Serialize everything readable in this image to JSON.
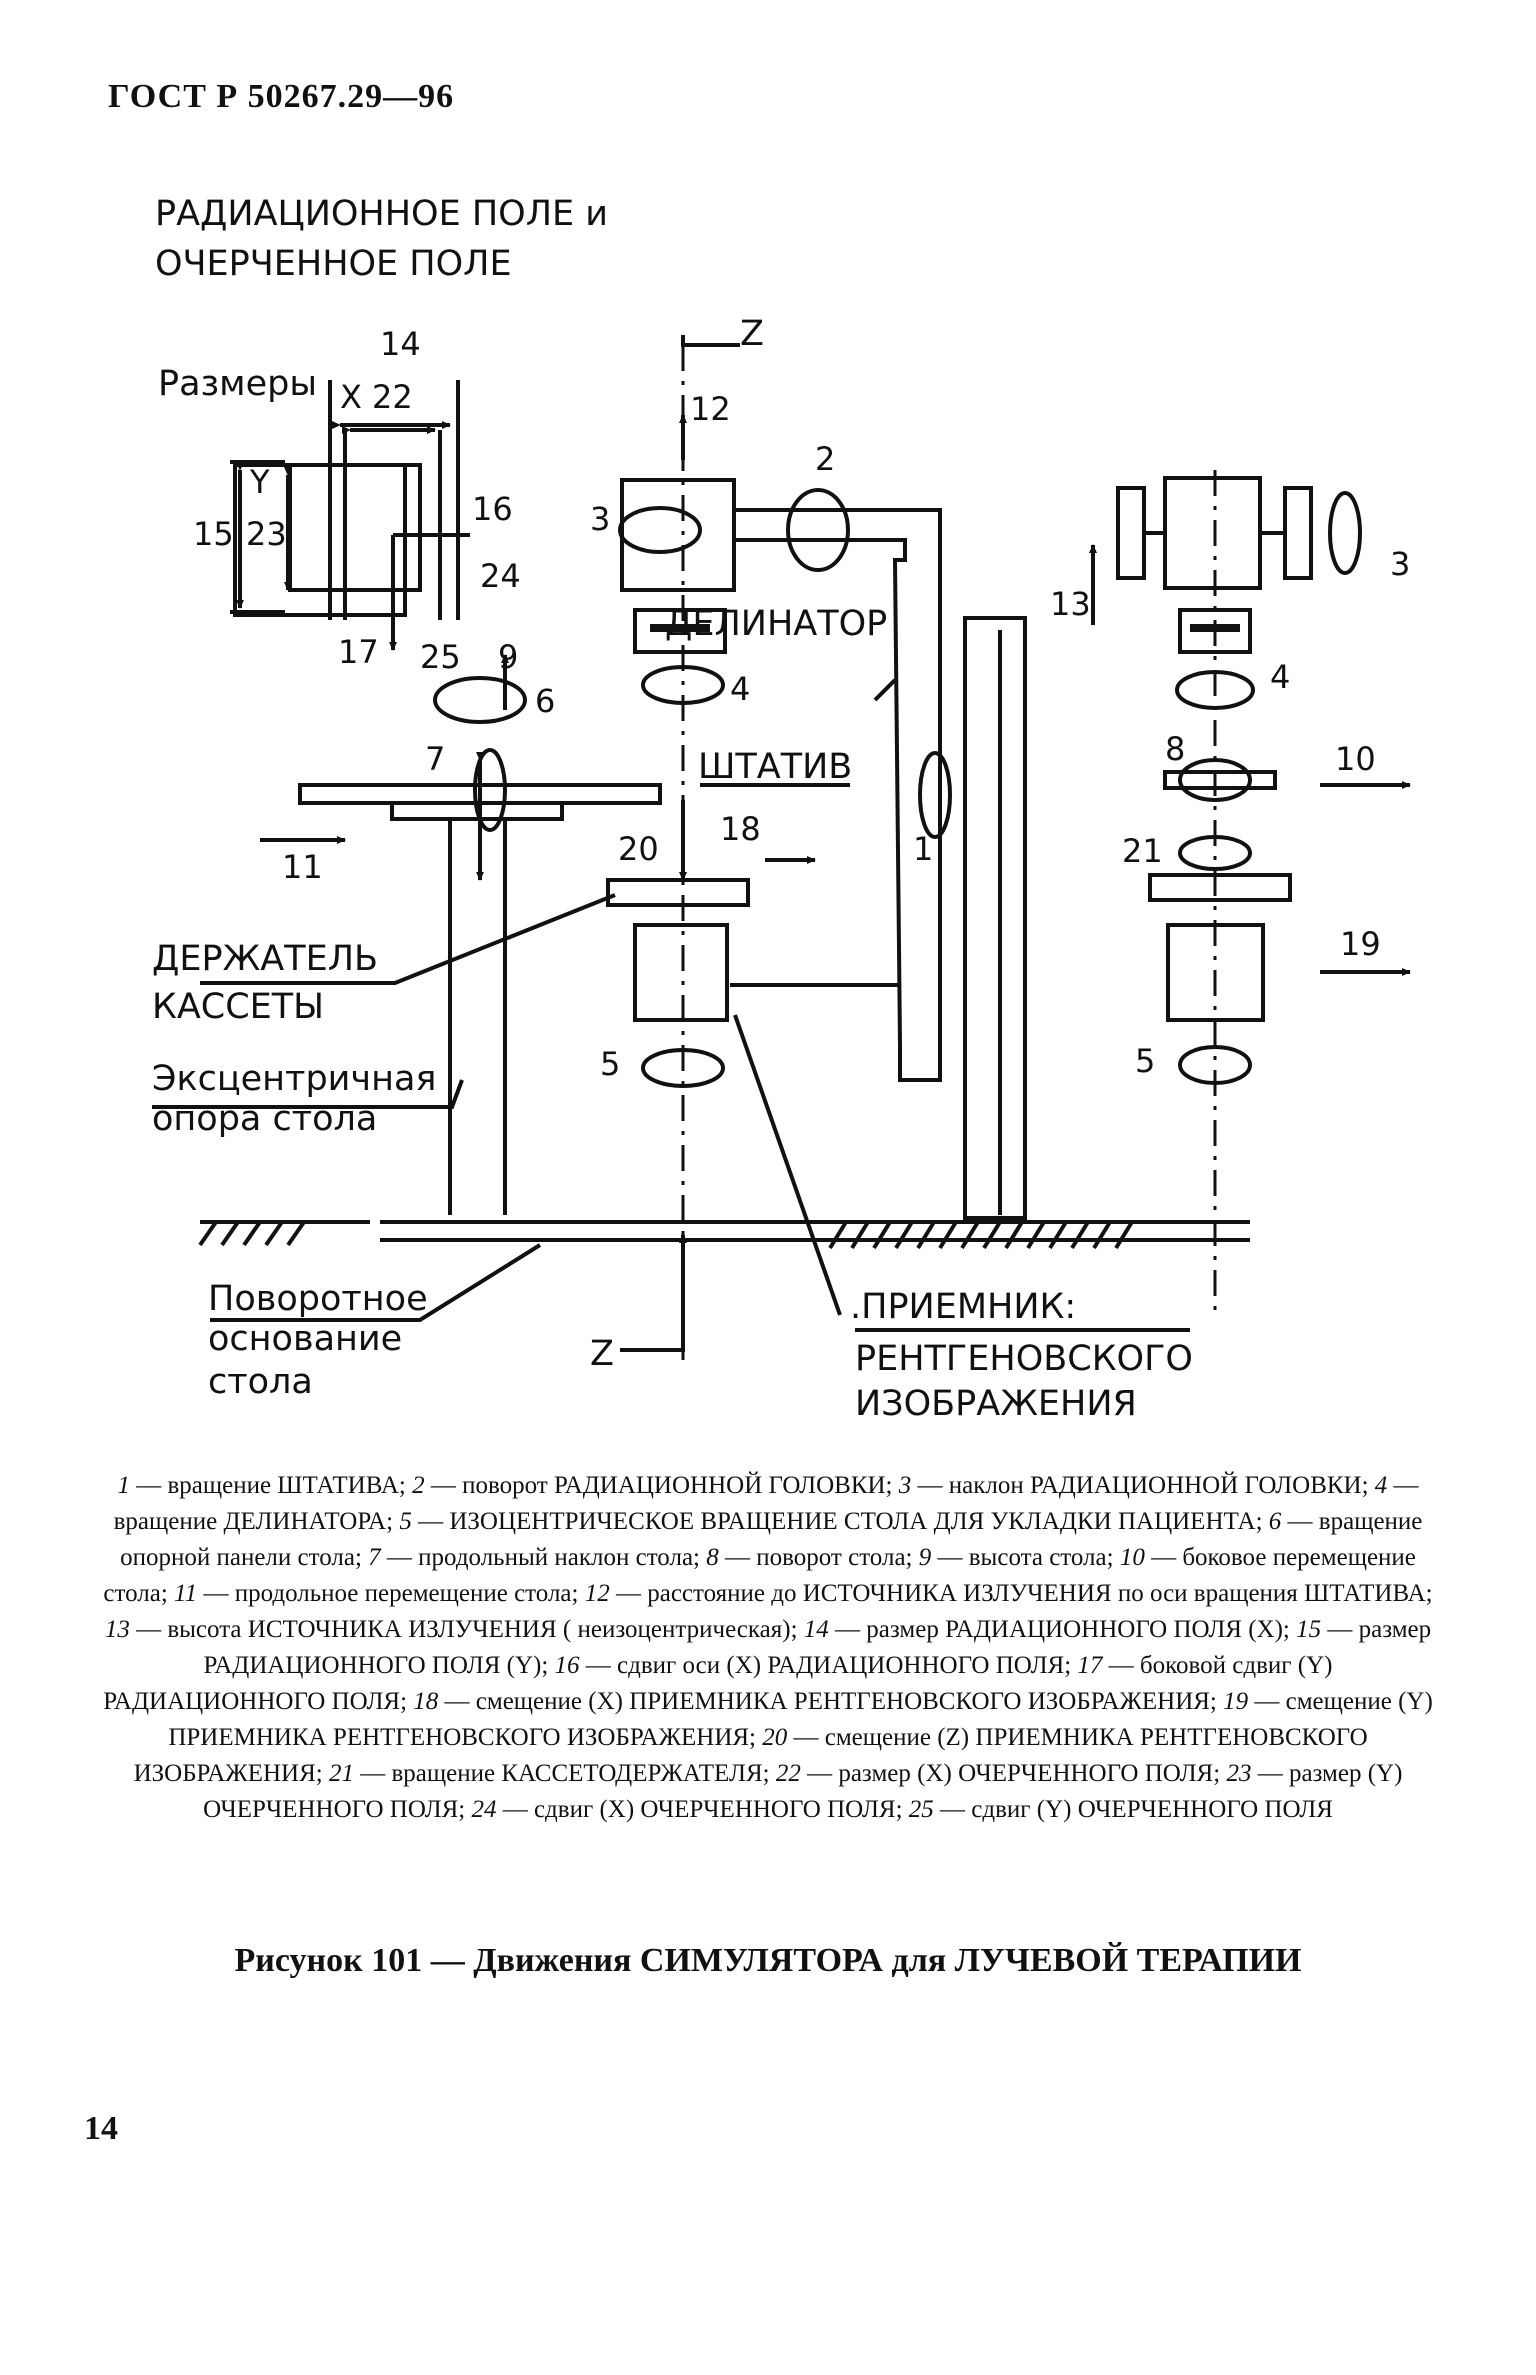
{
  "header": {
    "doc_id": "ГОСТ Р 50267.29—96"
  },
  "diagram": {
    "field_title_line1": "РАДИАЦИОННОЕ ПОЛЕ и",
    "field_title_line2": "ОЧЕРЧЕННОЕ ПОЛЕ",
    "sizes_label": "Размеры",
    "axis_x": "X",
    "axis_y": "Y",
    "axis_z_top": "Z",
    "axis_z_bottom": "Z",
    "delineator": "ДЕЛИНАТОР",
    "stand": "ШТАТИВ",
    "cassette_holder_line1": "ДЕРЖАТЕЛЬ",
    "cassette_holder_line2": "КАССЕТЫ",
    "eccentric_line1": "Эксцентричная",
    "eccentric_line2": "опора стола",
    "rotary_line1": "Поворотное",
    "rotary_line2": "основание",
    "rotary_line3": "стола",
    "receiver_line1": ".ПРИЕМНИК:",
    "receiver_line2": "РЕНТГЕНОВСКОГО",
    "receiver_line3": "ИЗОБРАЖЕНИЯ",
    "n1": "1",
    "n2": "2",
    "n3": "3",
    "n3b": "3",
    "n4": "4",
    "n4b": "4",
    "n5": "5",
    "n5b": "5",
    "n6": "6",
    "n7": "7",
    "n8": "8",
    "n9": "9",
    "n10": "10",
    "n11": "11",
    "n12": "12",
    "n13": "13",
    "n14": "14",
    "n15": "15",
    "n16": "16",
    "n17": "17",
    "n18": "18",
    "n19": "19",
    "n20": "20",
    "n21": "21",
    "n22": "22",
    "n23": "23",
    "n24": "24",
    "n25": "25"
  },
  "legend": [
    {
      "num": "1",
      "text": "вращение ШТАТИВА;"
    },
    {
      "num": "2",
      "text": "поворот РАДИАЦИОННОЙ ГОЛОВКИ;"
    },
    {
      "num": "3",
      "text": "наклон РАДИАЦИОННОЙ ГОЛОВКИ;"
    },
    {
      "num": "4",
      "text": "вращение ДЕЛИНАТОРА;"
    },
    {
      "num": "5",
      "text": "ИЗОЦЕНТРИЧЕСКОЕ ВРАЩЕНИЕ СТОЛА ДЛЯ УКЛАДКИ ПАЦИЕНТА;"
    },
    {
      "num": "6",
      "text": "вращение опорной панели стола;"
    },
    {
      "num": "7",
      "text": "продольный наклон стола;"
    },
    {
      "num": "8",
      "text": "поворот стола;"
    },
    {
      "num": "9",
      "text": "высота стола;"
    },
    {
      "num": "10",
      "text": "боковое перемещение стола;"
    },
    {
      "num": "11",
      "text": "продольное перемещение стола;"
    },
    {
      "num": "12",
      "text": "расстояние до ИСТОЧНИКА ИЗЛУЧЕНИЯ по оси вращения ШТАТИВА;"
    },
    {
      "num": "13",
      "text": "высота ИСТОЧНИКА ИЗЛУЧЕНИЯ ( неизоцентрическая);"
    },
    {
      "num": "14",
      "text": "размер РАДИАЦИОННОГО ПОЛЯ (X);"
    },
    {
      "num": "15",
      "text": "размер РАДИАЦИОННОГО ПОЛЯ (Y);"
    },
    {
      "num": "16",
      "text": "сдвиг оси (X) РАДИАЦИОННОГО ПОЛЯ;"
    },
    {
      "num": "17",
      "text": "боковой сдвиг (Y) РАДИАЦИОННОГО ПОЛЯ;"
    },
    {
      "num": "18",
      "text": "смещение (X) ПРИЕМНИКА РЕНТГЕНОВСКОГО ИЗОБРАЖЕНИЯ;"
    },
    {
      "num": "19",
      "text": "смещение (Y) ПРИЕМНИКА РЕНТГЕНОВСКОГО ИЗОБРАЖЕНИЯ;"
    },
    {
      "num": "20",
      "text": "смещение (Z) ПРИЕМНИКА РЕНТГЕНОВСКОГО ИЗОБРАЖЕНИЯ;"
    },
    {
      "num": "21",
      "text": "вращение КАССЕТОДЕРЖАТЕЛЯ;"
    },
    {
      "num": "22",
      "text": "размер (X) ОЧЕРЧЕННОГО ПОЛЯ;"
    },
    {
      "num": "23",
      "text": "размер (Y) ОЧЕРЧЕННОГО ПОЛЯ;"
    },
    {
      "num": "24",
      "text": "сдвиг (X) ОЧЕРЧЕННОГО ПОЛЯ;"
    },
    {
      "num": "25",
      "text": "сдвиг (Y) ОЧЕРЧЕННОГО ПОЛЯ"
    }
  ],
  "figure_title": "Рисунок 101 — Движения СИМУЛЯТОРА для ЛУЧЕВОЙ ТЕРАПИИ",
  "page_number": "14"
}
